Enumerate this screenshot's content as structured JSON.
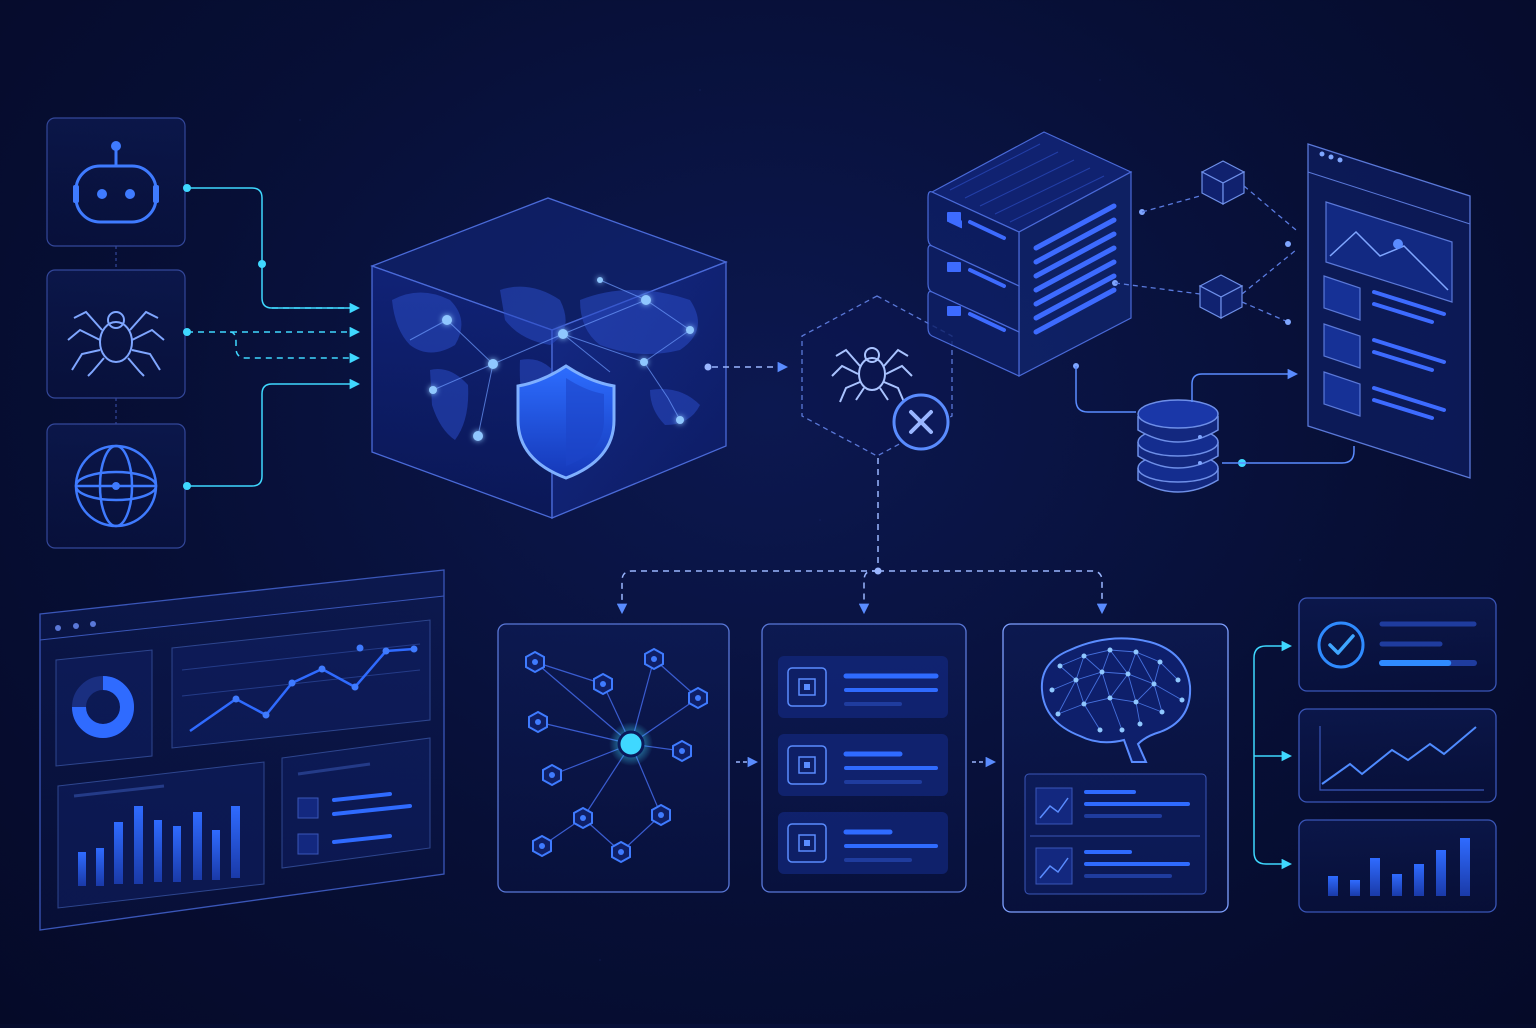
{
  "diagram": {
    "kind": "bot-protection-pipeline",
    "sources": [
      {
        "id": "bot",
        "icon": "robot-icon"
      },
      {
        "id": "crawler",
        "icon": "spider-icon"
      },
      {
        "id": "web",
        "icon": "globe-icon"
      }
    ],
    "hub": {
      "icons": [
        "world-map-icon",
        "shield-icon"
      ]
    },
    "threat": {
      "icons": [
        "spider-icon",
        "block-x-icon"
      ]
    },
    "infrastructure": {
      "icons": [
        "server-rack-icon",
        "database-icon",
        "cube-icon",
        "web-page-icon"
      ]
    },
    "pipeline": [
      {
        "id": "graph",
        "icon": "network-graph-icon"
      },
      {
        "id": "records",
        "icon": "list-icon",
        "rows": 3
      },
      {
        "id": "ai",
        "icon": "brain-icon",
        "rows": 2
      }
    ],
    "outputs": [
      {
        "id": "verified",
        "icon": "check-circle-icon",
        "progress": 0.72
      },
      {
        "id": "trend",
        "icon": "line-chart-icon"
      },
      {
        "id": "volume",
        "icon": "bar-chart-icon"
      }
    ],
    "dashboard": {
      "icons": [
        "donut-chart-icon",
        "line-chart-icon",
        "bar-chart-icon"
      ]
    }
  },
  "colors": {
    "background": "#070f36",
    "panel_stroke": "#3a56b8",
    "accent": "#2f6bff",
    "cyan": "#3fd8ff",
    "icon": "#5a8cff"
  }
}
